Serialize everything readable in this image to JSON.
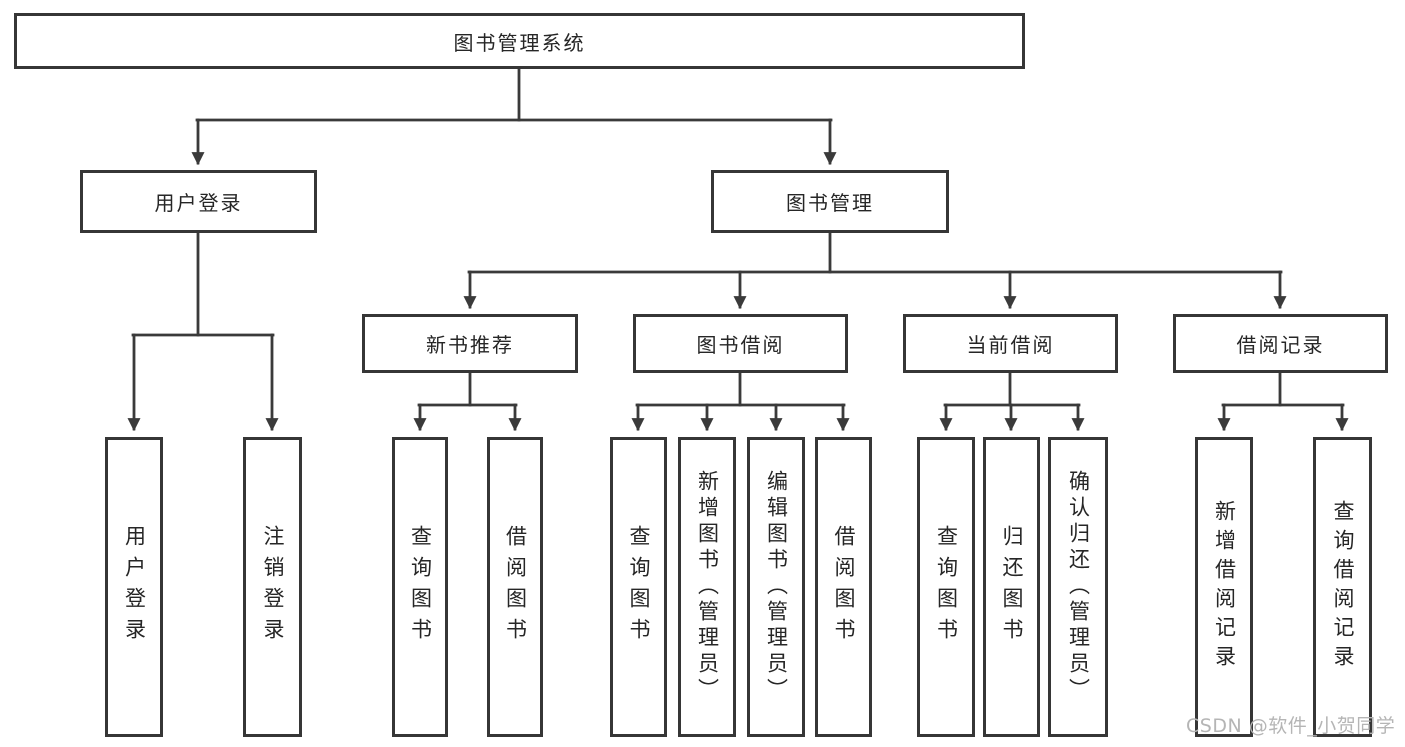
{
  "nodes": {
    "root": "图书管理系统",
    "user": {
      "label": "用户登录",
      "leaves": [
        "用户登录",
        "注销登录"
      ]
    },
    "book": {
      "label": "图书管理"
    },
    "sections": [
      {
        "label": "新书推荐",
        "leaves": [
          "查询图书",
          "借阅图书"
        ]
      },
      {
        "label": "图书借阅",
        "leaves": [
          "查询图书",
          "新增图书（管理员）",
          "编辑图书（管理员）",
          "借阅图书"
        ]
      },
      {
        "label": "当前借阅",
        "leaves": [
          "查询图书",
          "归还图书",
          "确认归还（管理员）"
        ]
      },
      {
        "label": "借阅记录",
        "leaves": [
          "新增借阅记录",
          "查询借阅记录"
        ]
      }
    ]
  },
  "watermark": "CSDN @软件_小贺同学",
  "colors": {
    "line": "#3a3a3a",
    "box_border": "#363636",
    "box_fill": "#ffffff",
    "text": "#262626",
    "watermark": "#b5b5b5",
    "background": "#ffffff"
  }
}
